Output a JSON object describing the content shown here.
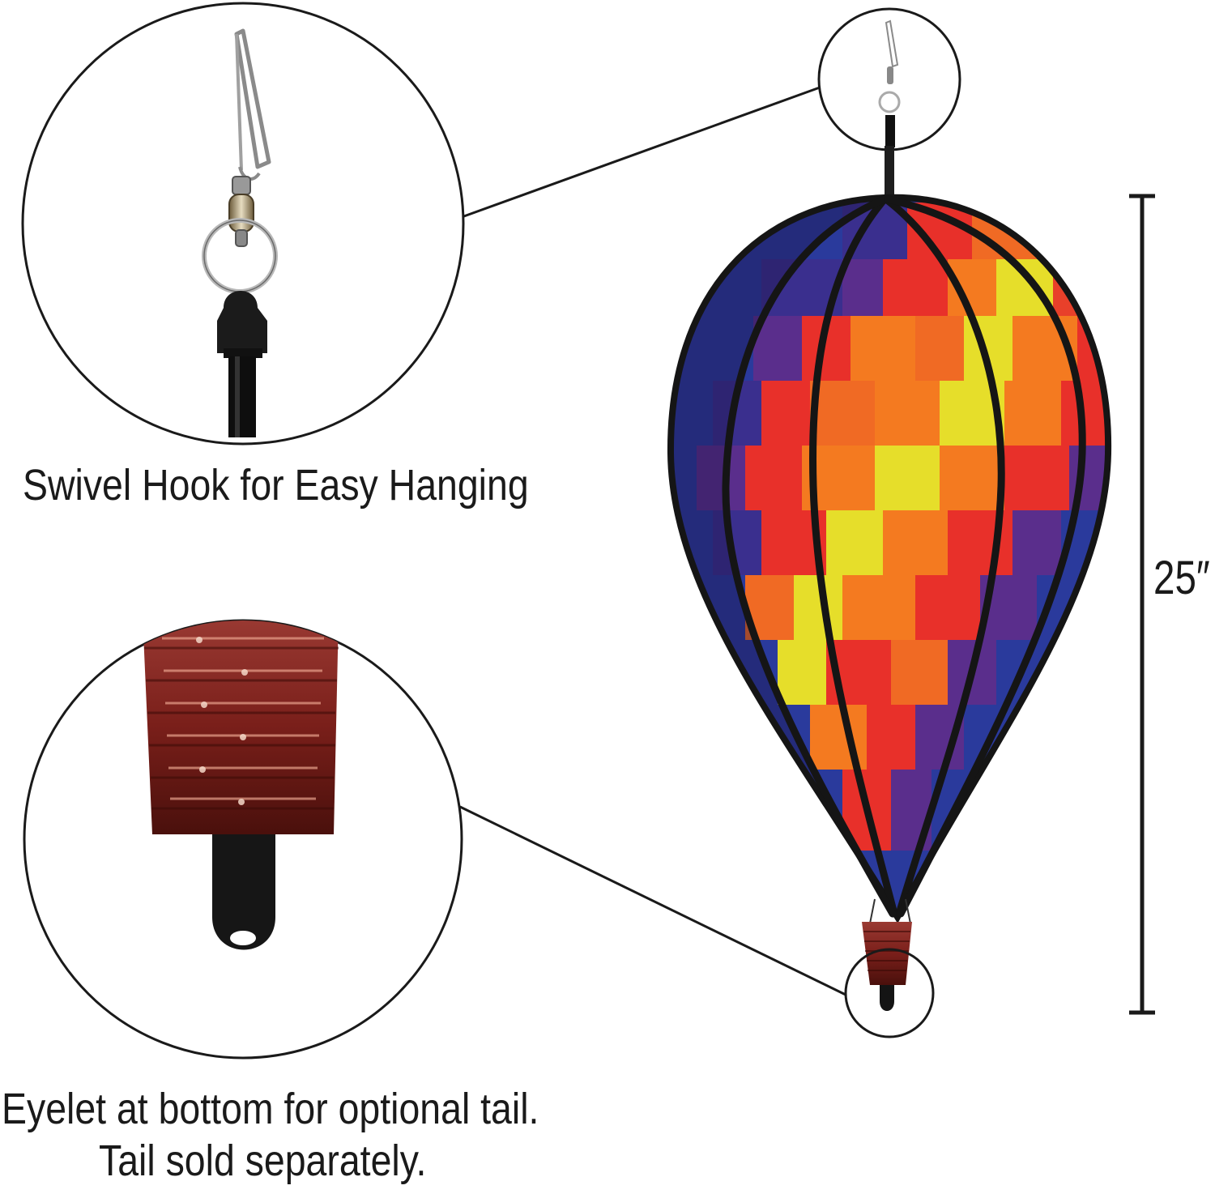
{
  "callouts": {
    "hook_caption": "Swivel Hook for Easy Hanging",
    "eyelet_caption_line1": "Eyelet at bottom for optional tail.",
    "eyelet_caption_line2": "Tail sold separately."
  },
  "dimension": {
    "height_label": "25″"
  },
  "colors": {
    "background": "#ffffff",
    "outline": "#1a1a1a",
    "plaid_red": "#e8302a",
    "plaid_orange": "#f47a20",
    "plaid_yellow": "#e6de2a",
    "plaid_blue": "#2a3a9c",
    "plaid_purple": "#5a2e8c",
    "weight_brown": "#7a1f1a"
  }
}
